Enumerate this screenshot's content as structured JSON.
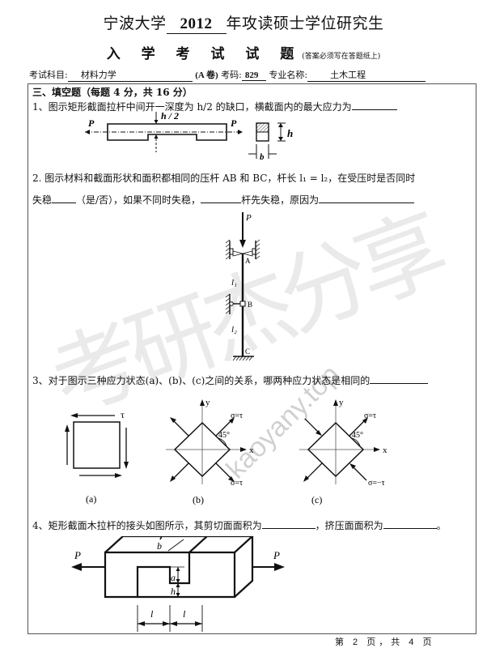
{
  "header": {
    "university": "宁波大学",
    "year": "2012",
    "title_rest": "年攻读硕士学位研究生",
    "subtitle": "入 学 考 试 试 题",
    "subtitle_note": "(答案必须写在答题纸上)",
    "subject_label": "考试科目:",
    "subject_value": "材料力学",
    "paper_type": "(A 卷)",
    "code_label": "考码:",
    "code_value": "829",
    "major_label": "专业名称:",
    "major_value": "土木工程"
  },
  "section": {
    "heading": "三、填空题（每题 4 分，共 16 分）"
  },
  "questions": [
    {
      "number": "1、",
      "text": "图示矩形截面拉杆中间开一深度为 h/2 的缺口，横截面内的最大应力为",
      "figure": {
        "labels": {
          "load_left": "P",
          "load_right": "P",
          "notch": "h / 2",
          "height": "h",
          "width": "b"
        }
      }
    },
    {
      "number": "2.",
      "text_line1": "图示材料和截面形状和面积都相同的压杆 AB 和 BC，杆长 l₁ = l₂，在受压时是否同时",
      "text_line2_a": "失稳",
      "text_line2_b": "（是/否），如果不同时失稳，",
      "text_line2_c": "杆先失稳，原因为",
      "figure": {
        "labels": {
          "load": "P",
          "A": "A",
          "B": "B",
          "C": "C",
          "l1": "l₁",
          "l2": "l₂"
        }
      }
    },
    {
      "number": "3、",
      "text": "对于图示三种应力状态(a)、(b)、(c)之间的关系，哪两种应力状态是相同的",
      "figures": [
        {
          "caption": "(a)",
          "tau": "τ"
        },
        {
          "caption": "(b)",
          "x": "x",
          "y": "y",
          "angle": "45°",
          "sigma_top": "σ=τ",
          "sigma_bottom": "σ=τ"
        },
        {
          "caption": "(c)",
          "x": "x",
          "y": "y",
          "angle": "45°",
          "sigma_top": "σ=τ",
          "sigma_bottom": "σ=−τ"
        }
      ]
    },
    {
      "number": "4、",
      "text_a": "矩形截面木拉杆的接头如图所示，其剪切面面积为",
      "text_b": "，挤压面面积为",
      "text_end": "。",
      "figure": {
        "labels": {
          "load_left": "P",
          "load_right": "P",
          "b": "b",
          "a": "a",
          "h": "h",
          "l1": "l",
          "l2": "l"
        }
      }
    }
  ],
  "footer": {
    "page_text": "第 2 页，共 4 页"
  },
  "watermark": {
    "url": "kaoyany.top",
    "calligraphy": "考研杰分享"
  }
}
